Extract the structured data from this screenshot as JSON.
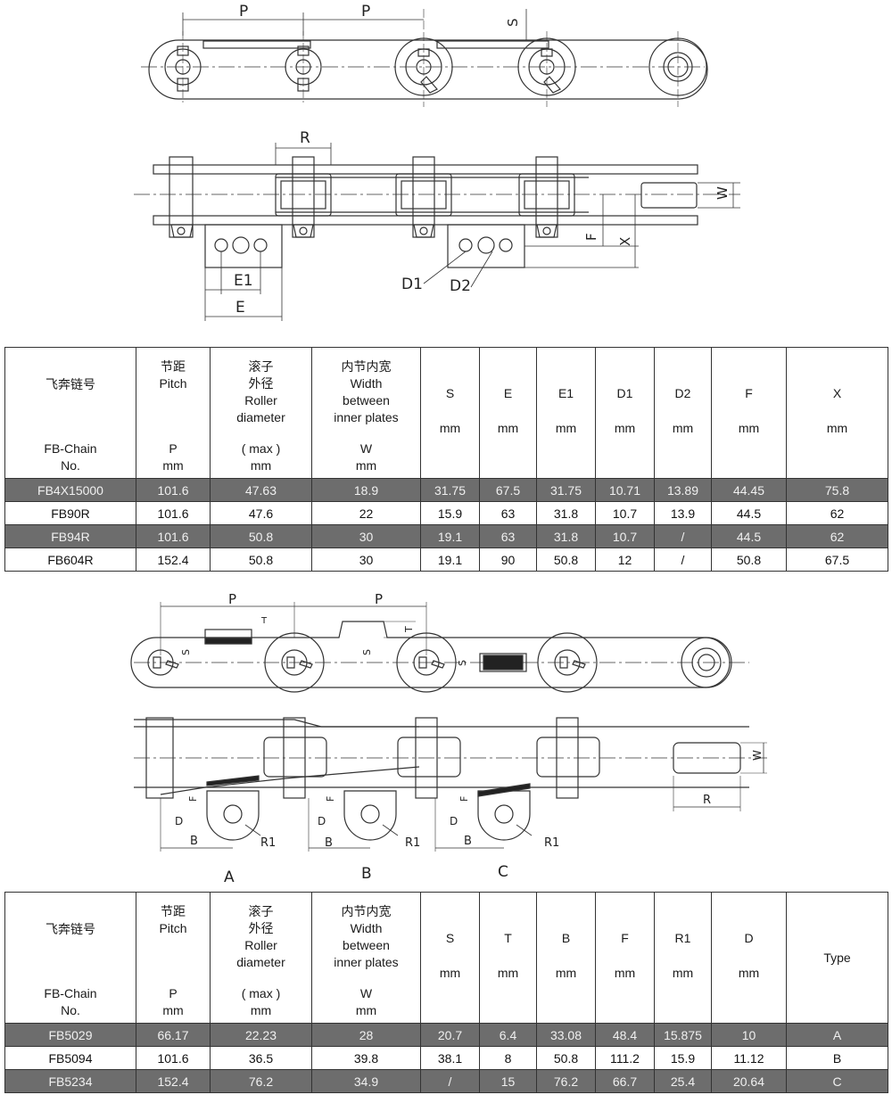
{
  "drawing1": {
    "labels": {
      "p1": "P",
      "p2": "P",
      "s": "S",
      "r": "R",
      "w": "W",
      "f": "F",
      "x": "X",
      "e1": "E1",
      "e": "E",
      "d1": "D1",
      "d2": "D2"
    }
  },
  "table1": {
    "headers": [
      {
        "zh": "飞奔链号",
        "en": "FB-Chain",
        "en2": "No."
      },
      {
        "zh": "节距",
        "en": "Pitch",
        "sym": "P",
        "unit": "mm"
      },
      {
        "zh": "滚子",
        "zh2": "外径",
        "en": "Roller",
        "en2": "diameter",
        "sym": "( max )",
        "unit": "mm"
      },
      {
        "zh": "内节内宽",
        "en": "Width",
        "en2": "between",
        "en3": "inner plates",
        "sym": "W",
        "unit": "mm"
      },
      {
        "sym": "S",
        "unit": "mm"
      },
      {
        "sym": "E",
        "unit": "mm"
      },
      {
        "sym": "E1",
        "unit": "mm"
      },
      {
        "sym": "D1",
        "unit": "mm"
      },
      {
        "sym": "D2",
        "unit": "mm"
      },
      {
        "sym": "F",
        "unit": "mm"
      },
      {
        "sym": "X",
        "unit": "mm"
      }
    ],
    "rows": [
      [
        "FB4X15000",
        "101.6",
        "47.63",
        "18.9",
        "31.75",
        "67.5",
        "31.75",
        "10.71",
        "13.89",
        "44.45",
        "75.8"
      ],
      [
        "FB90R",
        "101.6",
        "47.6",
        "22",
        "15.9",
        "63",
        "31.8",
        "10.7",
        "13.9",
        "44.5",
        "62"
      ],
      [
        "FB94R",
        "101.6",
        "50.8",
        "30",
        "19.1",
        "63",
        "31.8",
        "10.7",
        "/",
        "44.5",
        "62"
      ],
      [
        "FB604R",
        "152.4",
        "50.8",
        "30",
        "19.1",
        "90",
        "50.8",
        "12",
        "/",
        "50.8",
        "67.5"
      ]
    ]
  },
  "drawing2": {
    "labels": {
      "p1": "P",
      "p2": "P",
      "t1": "T",
      "t2": "T",
      "s1": "S",
      "s2": "S",
      "s3": "S",
      "w": "W",
      "r": "R",
      "fa": "F",
      "fb": "F",
      "fc": "F",
      "da": "D",
      "db": "D",
      "dc": "D",
      "ba": "B",
      "bb": "B",
      "bc": "B",
      "r1a": "R1",
      "r1b": "R1",
      "r1c": "R1",
      "typeA": "A",
      "typeB": "B",
      "typeC": "C"
    }
  },
  "table2": {
    "headers": [
      {
        "zh": "飞奔链号",
        "en": "FB-Chain",
        "en2": "No."
      },
      {
        "zh": "节距",
        "en": "Pitch",
        "sym": "P",
        "unit": "mm"
      },
      {
        "zh": "滚子",
        "zh2": "外径",
        "en": "Roller",
        "en2": "diameter",
        "sym": "( max )",
        "unit": "mm"
      },
      {
        "zh": "内节内宽",
        "en": "Width",
        "en2": "between",
        "en3": "inner plates",
        "sym": "W",
        "unit": "mm"
      },
      {
        "sym": "S",
        "unit": "mm"
      },
      {
        "sym": "T",
        "unit": "mm"
      },
      {
        "sym": "B",
        "unit": "mm"
      },
      {
        "sym": "F",
        "unit": "mm"
      },
      {
        "sym": "R1",
        "unit": "mm"
      },
      {
        "sym": "D",
        "unit": "mm"
      },
      {
        "label": "Type"
      }
    ],
    "rows": [
      [
        "FB5029",
        "66.17",
        "22.23",
        "28",
        "20.7",
        "6.4",
        "33.08",
        "48.4",
        "15.875",
        "10",
        "A"
      ],
      [
        "FB5094",
        "101.6",
        "36.5",
        "39.8",
        "38.1",
        "8",
        "50.8",
        "111.2",
        "15.9",
        "11.12",
        "B"
      ],
      [
        "FB5234",
        "152.4",
        "76.2",
        "34.9",
        "/",
        "15",
        "76.2",
        "66.7",
        "25.4",
        "20.64",
        "C"
      ]
    ]
  }
}
